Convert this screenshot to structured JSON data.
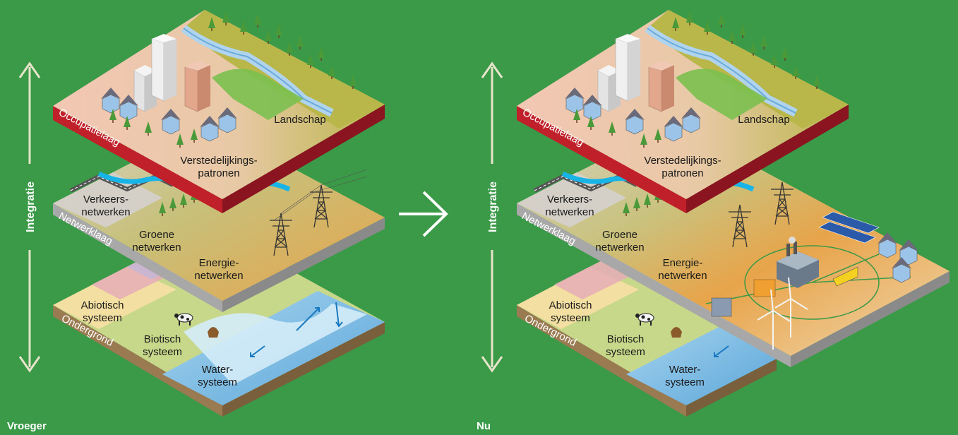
{
  "axis_label": "Integratie",
  "layers": {
    "occupation": "Occupatielaag",
    "network": "Netwerklaag",
    "subsurface": "Ondergrond"
  },
  "labels": {
    "landscape": "Landschap",
    "urbanization_1": "Verstedelijkings-",
    "urbanization_2": "patronen",
    "traffic_1": "Verkeers-",
    "traffic_2": "netwerken",
    "green_1": "Groene",
    "green_2": "netwerken",
    "energy_1": "Energie-",
    "energy_2": "netwerken",
    "abiotic_1": "Abiotisch",
    "abiotic_2": "systeem",
    "biotic_1": "Biotisch",
    "biotic_2": "systeem",
    "water_1": "Water-",
    "water_2": "systeem"
  },
  "eras": {
    "before": "Vroeger",
    "now": "Nu"
  },
  "colors": {
    "background": "#3a9a47",
    "occupation_side": "#c0202a",
    "network_side": "#a8a8a8",
    "subsurface_side": "#9a7a50",
    "water": "#8fc6e8",
    "energy": "#e8a44a"
  }
}
